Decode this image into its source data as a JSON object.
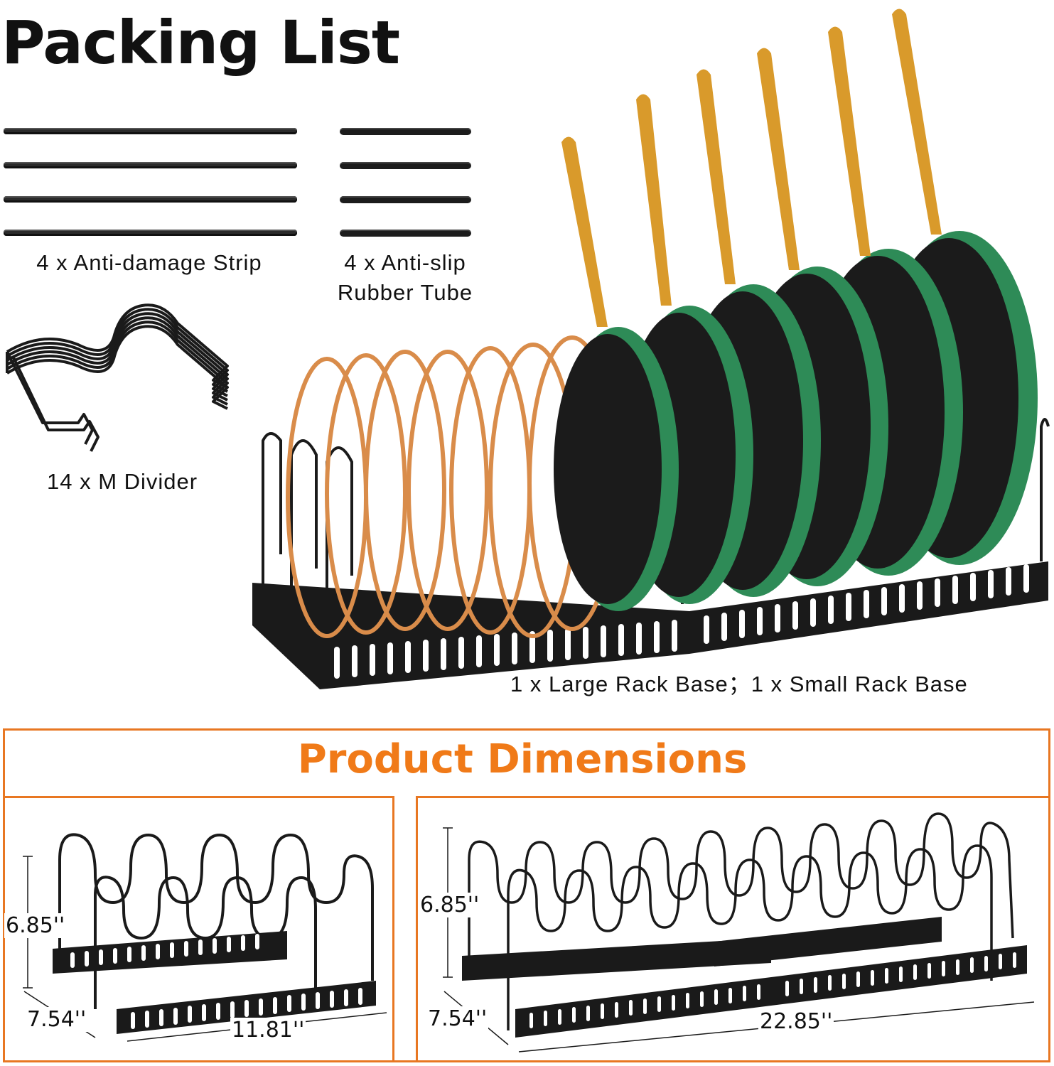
{
  "packing": {
    "title": "Packing List",
    "strip_label": "4 x Anti-damage Strip",
    "tube_label_line1": "4 x Anti-slip",
    "tube_label_line2": "Rubber Tube",
    "divider_label": "14 x M Divider",
    "base_label": "1 x Large Rack Base；1 x Small Rack Base"
  },
  "dimensions": {
    "title": "Product Dimensions",
    "small": {
      "height": "6.85''",
      "depth": "7.54''",
      "width": "11.81''"
    },
    "large": {
      "height": "6.85''",
      "depth": "7.54''",
      "width": "22.85''"
    }
  },
  "colors": {
    "accent": "#f07a18",
    "border": "#e87722",
    "pan_green": "#2e8b57",
    "handle_gold": "#d99a2b",
    "rack_black": "#1a1a1a"
  }
}
